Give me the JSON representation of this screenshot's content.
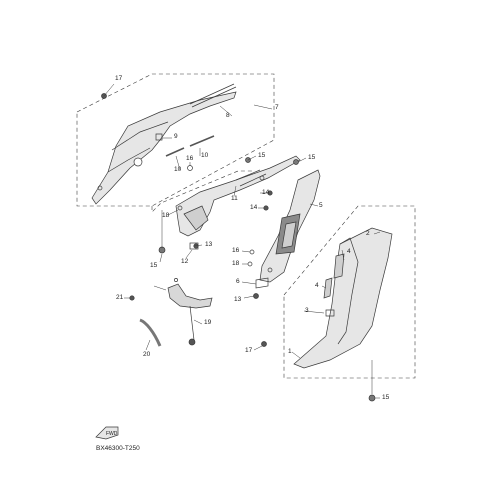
{
  "diagram": {
    "code": "BX46300-T250",
    "forward_mark": "FWD",
    "callouts": [
      "17",
      "7",
      "8",
      "9",
      "10",
      "10",
      "15",
      "15",
      "16",
      "11",
      "14",
      "14",
      "5",
      "18",
      "12",
      "13",
      "15",
      "2",
      "4",
      "4",
      "16",
      "18",
      "6",
      "13",
      "21",
      "3",
      "19",
      "17",
      "1",
      "20",
      "15"
    ]
  },
  "colors": {
    "line": "#3a3a3a",
    "fill_light": "#e6e6e6",
    "fill_mid": "#cfcfcf",
    "fill_dark": "#8a8a8a"
  }
}
